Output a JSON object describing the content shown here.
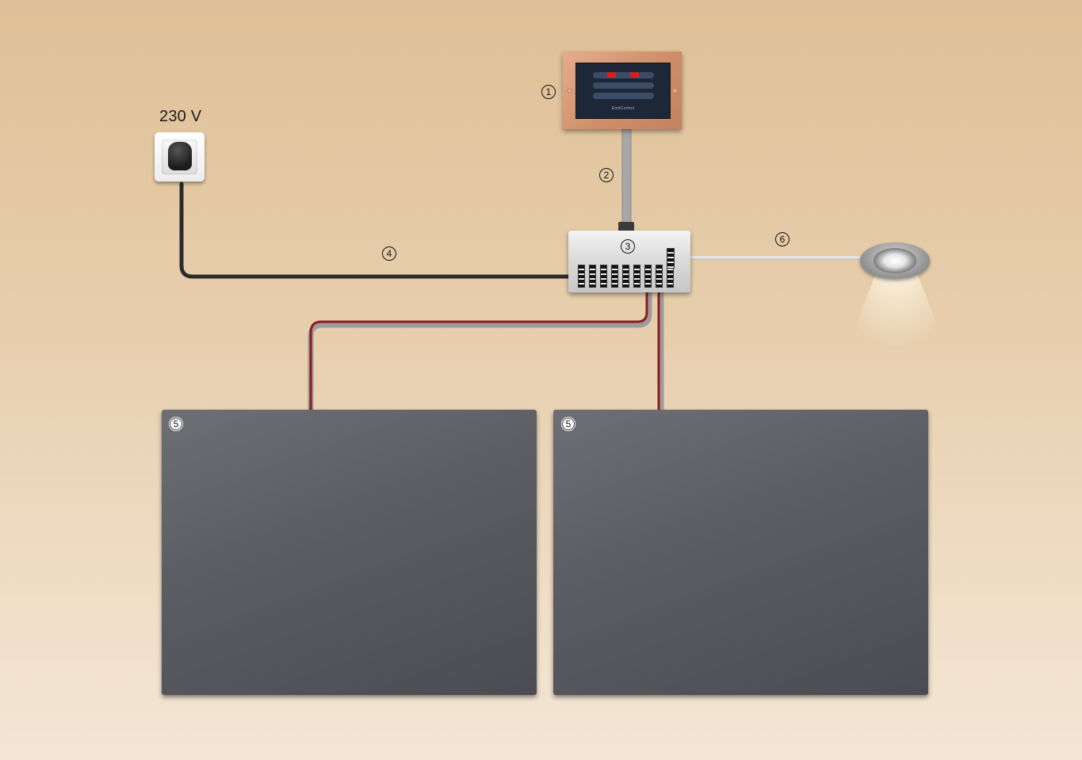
{
  "supply": {
    "voltage_label": "230 V"
  },
  "callouts": {
    "controller": "1",
    "control_cable": "2",
    "junction_box": "3",
    "power_cable": "4",
    "panel_left": "5",
    "panel_right": "5",
    "lamp_cable": "6"
  },
  "controller": {
    "brand": "EmbControl"
  },
  "colors": {
    "background": "#e7cfae",
    "power_cable": "#2b2b2b",
    "heater_cable": "#8b1d1d",
    "lamp_cable": "#dedede",
    "control_cable": "#a7a7a7",
    "panel": "#5c5e63",
    "controller_frame": "#cf8e68",
    "display_digits": "#d62020"
  },
  "icons": [
    "wall-socket-icon",
    "plug-icon",
    "controller-icon",
    "junction-box-icon",
    "spotlight-icon",
    "heating-panel-icon"
  ]
}
